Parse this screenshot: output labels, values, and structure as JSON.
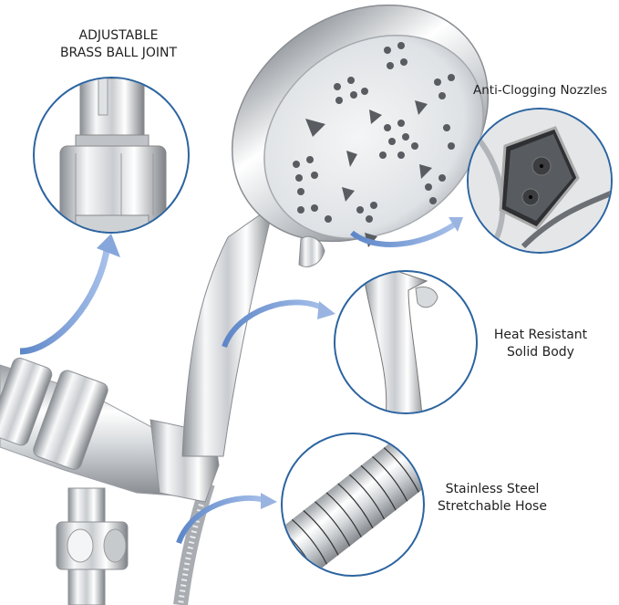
{
  "features": [
    {
      "id": "ball-joint",
      "lines": [
        "ADJUSTABLE",
        "BRASS BALL JOINT"
      ]
    },
    {
      "id": "nozzles",
      "lines": [
        "Anti-Clogging Nozzles"
      ]
    },
    {
      "id": "body",
      "lines": [
        "Heat Resistant",
        "Solid Body"
      ]
    },
    {
      "id": "hose",
      "lines": [
        "Stainless Steel",
        "Stretchable Hose"
      ]
    }
  ],
  "colors": {
    "circle_border": "#2c64a0",
    "arrow": "#7fa3dc",
    "chrome_light": "#f2f4f6",
    "chrome_dark": "#6a6e73",
    "nozzle": "#55585c"
  }
}
